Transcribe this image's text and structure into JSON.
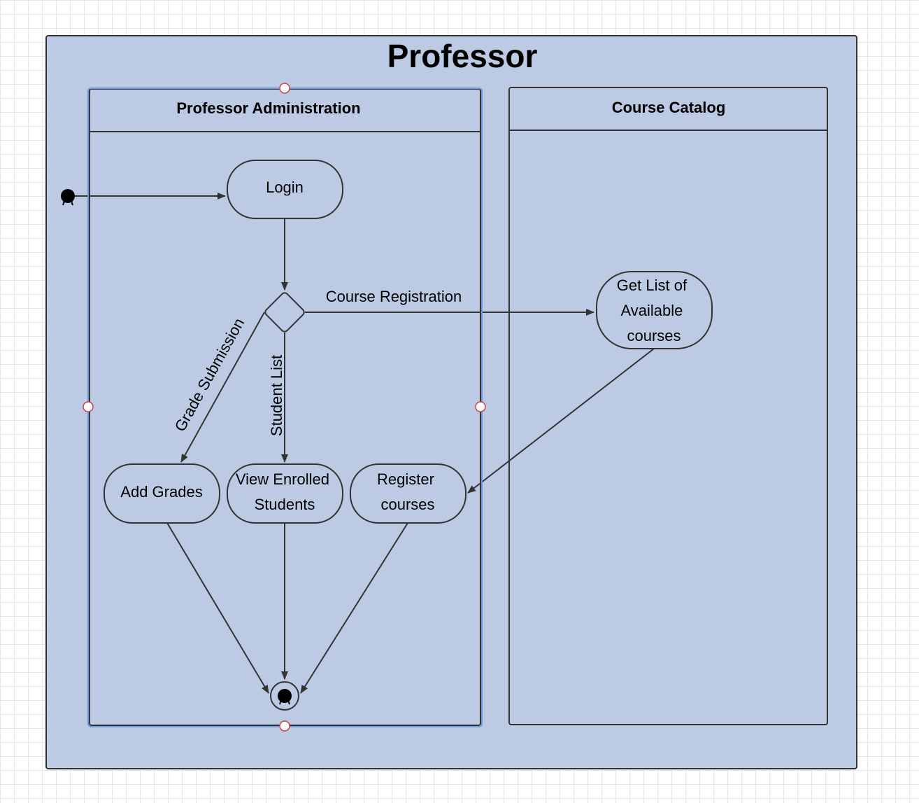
{
  "diagram": {
    "title": "Professor",
    "lanes": {
      "admin": "Professor Administration",
      "catalog": "Course Catalog"
    },
    "nodes": {
      "login": [
        "Login"
      ],
      "add_grades": [
        "Add Grades"
      ],
      "view_enrolled": [
        "View Enrolled",
        "Students"
      ],
      "register_courses": [
        "Register",
        "courses"
      ],
      "get_list": [
        "Get List of",
        "Available",
        "courses"
      ]
    },
    "edge_labels": {
      "course_registration": "Course Registration",
      "grade_submission": "Grade Submission",
      "student_list": "Student List"
    },
    "colors": {
      "container_fill": "#bccbe3",
      "stroke": "#333333",
      "selection": "#6f95df",
      "handle": "#cc4444"
    }
  }
}
